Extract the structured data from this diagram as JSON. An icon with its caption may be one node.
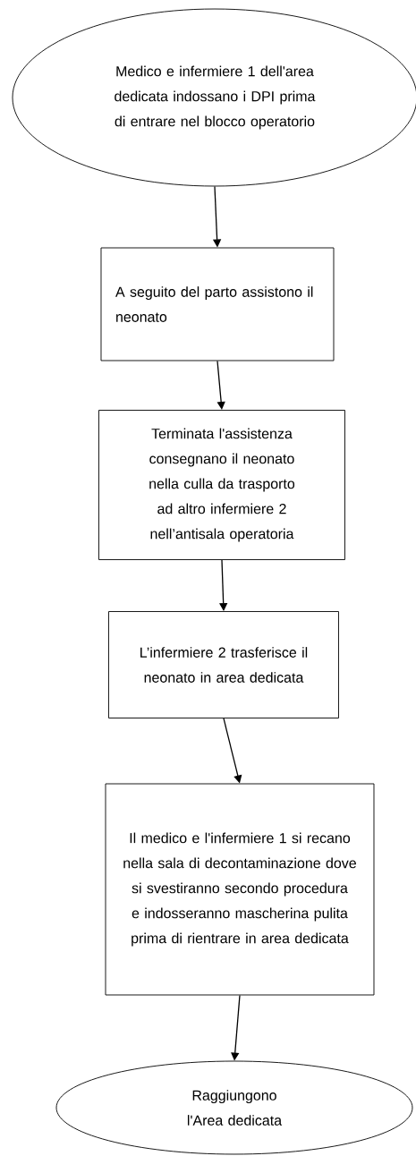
{
  "diagram": {
    "nodes": [
      {
        "text": [
          "Medico e infermiere 1 dell'area dedicata indossano i DPI prima di entrare nel blocco operatorio"
        ]
      },
      {
        "text": [
          "A seguito del parto assistono il neonato"
        ]
      },
      {
        "text": [
          "Terminata l'assistenza consegnano il neonato nella culla da trasporto ad altro infermiere 2 nell’antisala operatoria"
        ]
      },
      {
        "text": [
          "L’infermiere 2 trasferisce il neonato in area dedicata"
        ]
      },
      {
        "text": [
          "Il medico e l'infermiere 1 si recano nella sala di decontaminazione dove si svestiranno secondo procedura e indosseranno mascherina pulita prima di rientrare in area dedicata"
        ]
      },
      {
        "text": [
          "Raggiungono l'Area dedicata"
        ]
      }
    ],
    "edges": [
      {
        "from": 0,
        "to": 1,
        "arrow": "to"
      },
      {
        "from": 1,
        "to": 2,
        "arrow": "to"
      },
      {
        "from": 2,
        "to": 3,
        "arrow": "to"
      },
      {
        "from": 3,
        "to": 4,
        "arrow": "to"
      },
      {
        "from": 4,
        "to": 5,
        "arrow": "to"
      }
    ]
  }
}
